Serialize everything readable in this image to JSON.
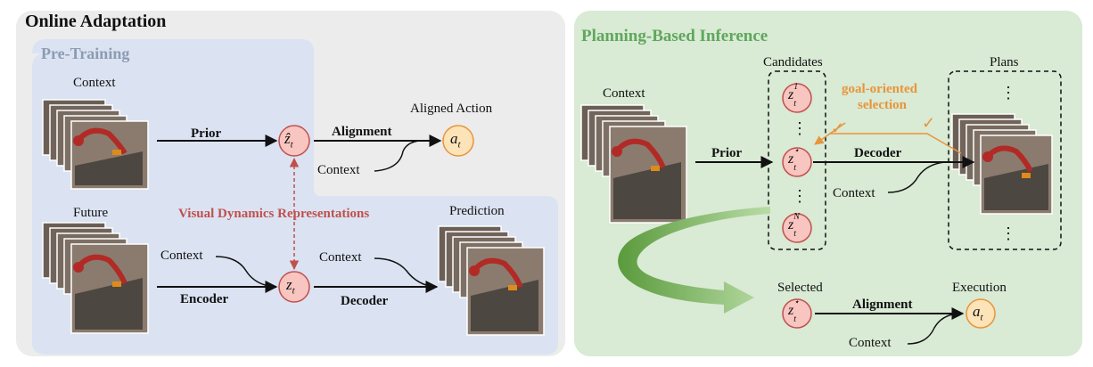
{
  "left_panel": {
    "title": "Online Adaptation",
    "pretraining_title": "Pre-Training",
    "context_label": "Context",
    "future_label": "Future",
    "prior_label": "Prior",
    "alignment_label": "Alignment",
    "aligned_action_label": "Aligned Action",
    "context_input_1": "Context",
    "visual_dynamics_label": "Visual Dynamics Representations",
    "prediction_label": "Prediction",
    "context_input_2": "Context",
    "context_input_3": "Context",
    "encoder_label": "Encoder",
    "decoder_label": "Decoder",
    "z_hat_node": "ẑ",
    "z_node": "z",
    "a_node": "a",
    "subscript": "t"
  },
  "right_panel": {
    "title": "Planning-Based Inference",
    "context_label": "Context",
    "candidates_label": "Candidates",
    "plans_label": "Plans",
    "goal_selection_label_1": "goal-oriented",
    "goal_selection_label_2": "selection",
    "prior_label": "Prior",
    "decoder_label": "Decoder",
    "context_input_1": "Context",
    "selected_label": "Selected",
    "alignment_label": "Alignment",
    "execution_label": "Execution",
    "context_input_2": "Context",
    "z_node": "z",
    "a_node": "a",
    "subscript": "t",
    "sup_1": "1",
    "sup_star": "⋆",
    "sup_n": "N",
    "ellipsis": "⋮",
    "check": "✓"
  },
  "colors": {
    "left_bg": "#ececec",
    "pretrain_bg": "#dbe3f2",
    "right_bg": "#d9ead5",
    "pretrain_title": "#8c9bb3",
    "right_title": "#5fa75c",
    "vdr_text": "#c0504d",
    "orange": "#e8953a",
    "node_fill_red": "#f8c5c0",
    "node_stroke_red": "#c0504d",
    "node_fill_orange": "#fde3b8",
    "node_stroke_orange": "#e8953a",
    "green_arrow": "#7ab55c"
  }
}
